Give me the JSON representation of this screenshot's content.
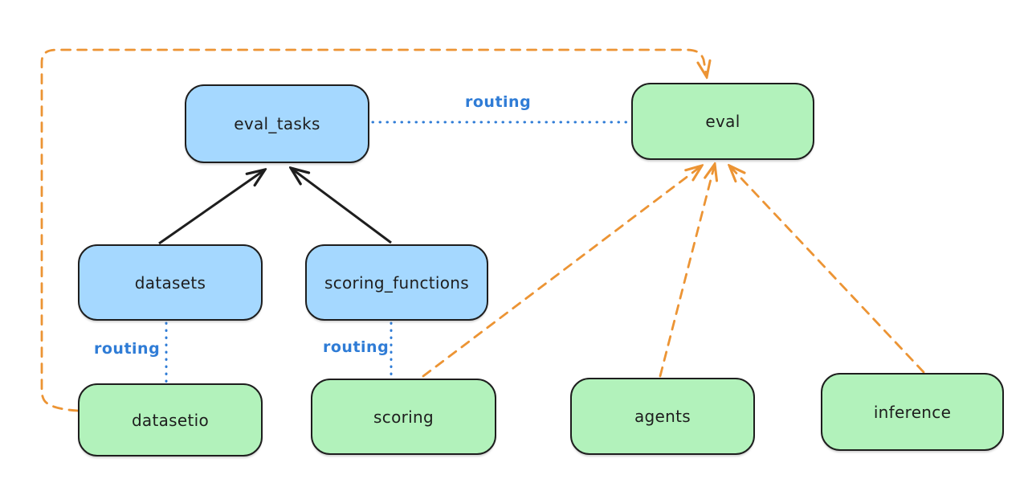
{
  "diagram": {
    "type": "architecture-diagram",
    "background": "#ffffff"
  },
  "nodes": [
    {
      "id": "eval_tasks",
      "label": "eval_tasks",
      "fill": "#a5d8ff"
    },
    {
      "id": "eval",
      "label": "eval",
      "fill": "#b2f2bb"
    },
    {
      "id": "datasets",
      "label": "datasets",
      "fill": "#a5d8ff"
    },
    {
      "id": "scoring_functions",
      "label": "scoring_functions",
      "fill": "#a5d8ff"
    },
    {
      "id": "datasetio",
      "label": "datasetio",
      "fill": "#b2f2bb"
    },
    {
      "id": "scoring",
      "label": "scoring",
      "fill": "#b2f2bb"
    },
    {
      "id": "agents",
      "label": "agents",
      "fill": "#b2f2bb"
    },
    {
      "id": "inference",
      "label": "inference",
      "fill": "#b2f2bb"
    }
  ],
  "edges": [
    {
      "from": "datasets",
      "to": "eval_tasks",
      "style": "solid",
      "color": "#1e1e1e",
      "arrowhead": "end",
      "label": ""
    },
    {
      "from": "scoring_functions",
      "to": "eval_tasks",
      "style": "solid",
      "color": "#1e1e1e",
      "arrowhead": "end",
      "label": ""
    },
    {
      "from": "eval_tasks",
      "to": "eval",
      "style": "dotted",
      "color": "#2f7cd6",
      "arrowhead": "none",
      "label": "routing"
    },
    {
      "from": "datasets",
      "to": "datasetio",
      "style": "dotted",
      "color": "#2f7cd6",
      "arrowhead": "none",
      "label": "routing"
    },
    {
      "from": "scoring_functions",
      "to": "scoring",
      "style": "dotted",
      "color": "#2f7cd6",
      "arrowhead": "none",
      "label": "routing"
    },
    {
      "from": "datasetio",
      "to": "eval",
      "style": "dashed",
      "color": "#ec9434",
      "arrowhead": "end",
      "label": ""
    },
    {
      "from": "scoring",
      "to": "eval",
      "style": "dashed",
      "color": "#ec9434",
      "arrowhead": "end",
      "label": ""
    },
    {
      "from": "agents",
      "to": "eval",
      "style": "dashed",
      "color": "#ec9434",
      "arrowhead": "end",
      "label": ""
    },
    {
      "from": "inference",
      "to": "eval",
      "style": "dashed",
      "color": "#ec9434",
      "arrowhead": "end",
      "label": ""
    }
  ],
  "colors": {
    "background": "#ffffff",
    "node_border": "#1e1e1e",
    "node_text": "#1e1e1e",
    "blue_node_fill": "#a5d8ff",
    "green_node_fill": "#b2f2bb",
    "routing_blue": "#2f7cd6",
    "orange_dashed": "#ec9434",
    "solid_arrow_black": "#1e1e1e"
  }
}
